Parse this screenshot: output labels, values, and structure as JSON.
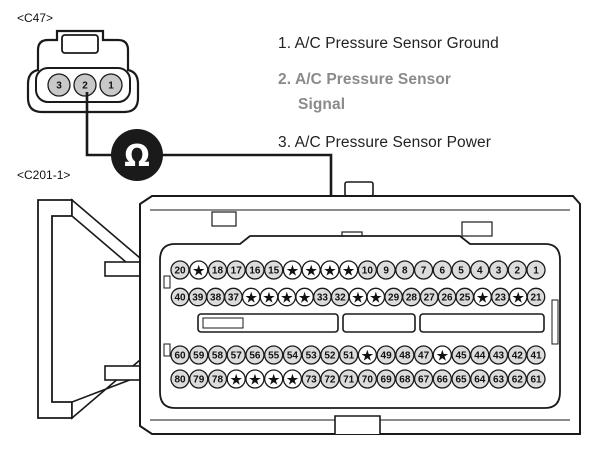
{
  "c47": {
    "label": "<C47>",
    "pins": [
      "3",
      "2",
      "1"
    ]
  },
  "c201": {
    "label": "<C201-1>",
    "rows": [
      [
        "20",
        "*",
        "18",
        "17",
        "16",
        "15",
        "*",
        "*",
        "*",
        "*",
        "10",
        "9",
        "8",
        "7",
        "6",
        "5",
        "4",
        "3",
        "2",
        "1"
      ],
      [
        "40",
        "39",
        "38",
        "37",
        "*",
        "*",
        "*",
        "*",
        "33",
        "32",
        "*",
        "*",
        "29",
        "28",
        "27",
        "26",
        "25",
        "*",
        "23",
        "*",
        "21"
      ],
      [
        "60",
        "59",
        "58",
        "57",
        "56",
        "55",
        "54",
        "53",
        "52",
        "51",
        "*",
        "49",
        "48",
        "47",
        "*",
        "45",
        "44",
        "43",
        "42",
        "41"
      ],
      [
        "80",
        "79",
        "78",
        "*",
        "*",
        "*",
        "*",
        "73",
        "72",
        "71",
        "70",
        "69",
        "68",
        "67",
        "66",
        "65",
        "64",
        "63",
        "62",
        "61"
      ]
    ]
  },
  "legend": {
    "items": [
      {
        "line1": "1. A/C Pressure Sensor Ground",
        "line2": ""
      },
      {
        "line1": "2. A/C Pressure Sensor",
        "line2": "Signal"
      },
      {
        "line1": "3. A/C Pressure Sensor Power",
        "line2": ""
      }
    ]
  },
  "meter": {
    "symbol": "Ω",
    "icon": "ohm-meter-icon"
  },
  "colors": {
    "highlight": "#8a8a8a",
    "ink": "#1a1a1a"
  }
}
